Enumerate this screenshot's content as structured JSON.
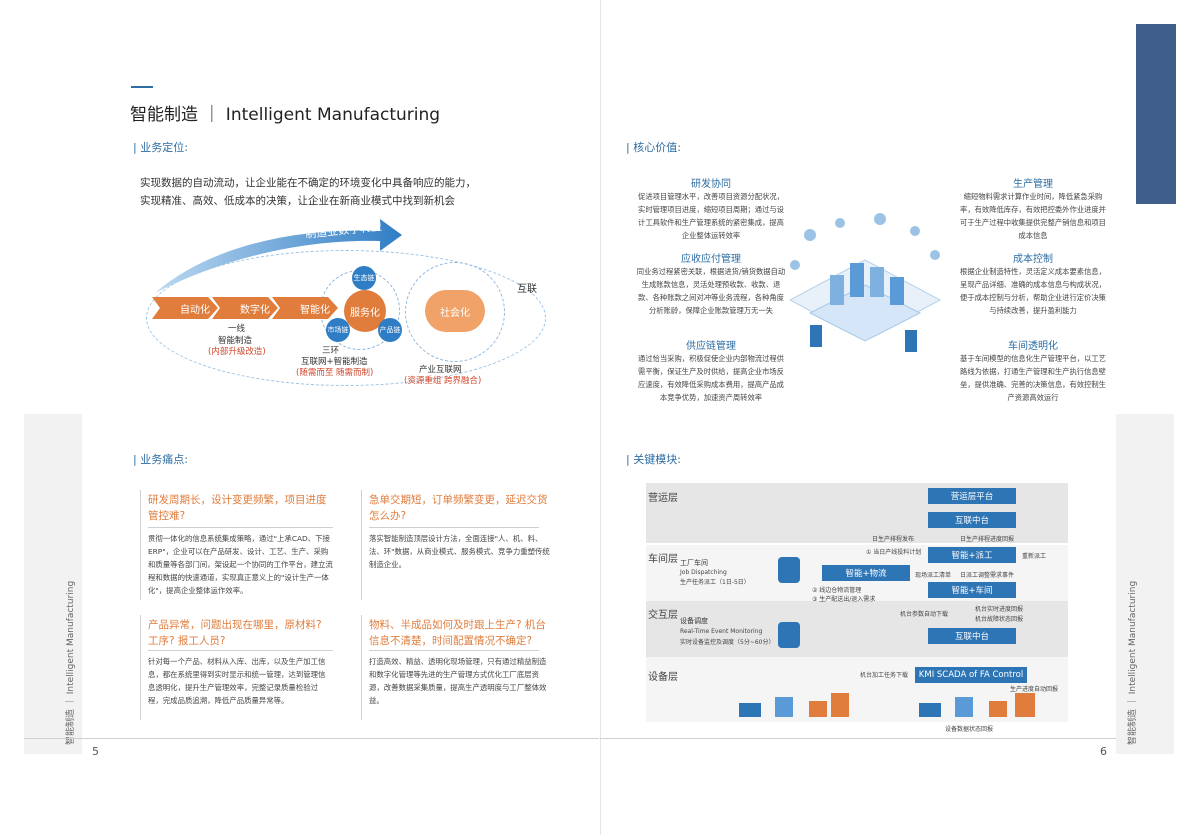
{
  "title": "智能制造 ｜ Intelligent Manufacturing",
  "sections": {
    "positioning": "| 业务定位:",
    "core_value": "| 核心价值:",
    "pain_points": "| 业务痛点:",
    "key_modules": "| 关键模块:"
  },
  "positioning_text": [
    "实现数据的自动流动，让企业能在不确定的环境变化中具备响应的能力，",
    "实现精准、高效、低成本的决策，让企业在新商业模式中找到新机会"
  ],
  "diagram": {
    "transform": "制造业数字转型",
    "automation": "自动化",
    "digitalization": "数字化",
    "intelligent": "智能化",
    "service": "服务化",
    "eco": "生态链",
    "market": "市场链",
    "product": "产品链",
    "social": "社会化",
    "interconnect": "互联",
    "line1": "一线",
    "line1_sub": "智能制造",
    "line1_note": "(内部升级改造)",
    "ring3": "三环",
    "ring3_sub": "互联网+智能制造",
    "ring3_note": "(随需而至 随需而制)",
    "industry": "产业互联网",
    "industry_note": "(资源重组 跨界融合)"
  },
  "core_values": [
    {
      "title": "研发协同",
      "text": "促进项目管理水平，改善项目资源分配状况，实时管理项目进度，缩短项目周期；通过与设计工具软件和生产管理系统的紧密集成，提高企业整体运转效率"
    },
    {
      "title": "应收应付管理",
      "text": "同业务过程紧密关联，根据进货/销货数据自动生成账款信息，灵活处理预收款、收款、退款、各种账款之间对冲等业务流程，各种角度分析账龄，保障企业账款管理万无一失"
    },
    {
      "title": "供应链管理",
      "text": "通过恰当采购，积极促使企业内部物流过程供需平衡，保证生产及时供给，提高企业市场反应速度，有效降低采购成本费用，提高产品成本竞争优势，加速资产周转效率"
    },
    {
      "title": "生产管理",
      "text": "缩短物料需求计算作业时间，降低紧急采购率，有效降低库存，有效把控委外作业进度并可于生产过程中收集提供完整产销信息和项目成本信息"
    },
    {
      "title": "成本控制",
      "text": "根据企业制造特性，灵活定义成本要素信息，呈现产品详细、准确的成本信息与构成状况，便于成本控制与分析，帮助企业进行定价决策与持续改善，提升盈利能力"
    },
    {
      "title": "车间透明化",
      "text": "基于车间模型的信息化生产管理平台，以工艺路线为依据，打通生产管理和生产执行信息壁垒，提供准确、完善的决策信息，有效控制生产资源高效运行"
    }
  ],
  "pain_points": [
    {
      "title": "研发周期长，设计变更频繁，项目进度管控难?",
      "text": "贯彻一体化的信息系统集成策略，通过\"上承CAD、下接ERP\"，企业可以在产品研发、设计、工艺、生产、采购和质量等各部门间，架设起一个协同的工作平台，建立流程和数据的快速通道，实现真正意义上的\"设计生产一体化\"，提高企业整体运作效率。"
    },
    {
      "title": "急单交期短，订单频繁变更，延迟交货怎么办?",
      "text": "落实智能制造顶层设计方法，全面连接\"人、机、料、法、环\"数据，从商业模式、服务模式、竞争力重塑传统制造企业。"
    },
    {
      "title": "产品异常，问题出现在哪里，原材料? 工序? 报工人员?",
      "text": "针对每一个产品、材料从入库、出库，以及生产加工信息，都在系统里得到实时显示和统一管理，达到管理信息透明化，提升生产管理效率，完整记录质量检验过程，完成品质追溯，降低产品质量异常等。"
    },
    {
      "title": "物料、半成品如何及时跟上生产? 机台信息不清楚，时间配置情况不确定?",
      "text": "打造高效、精益、透明化现场管理，只有通过精益制造和数字化管理等先进的生产管理方式优化工厂底层资源，改善数据采集质量，提高生产透明度与工厂整体效益。"
    }
  ],
  "modules": {
    "layer_ops": "营运层",
    "layer_shop": "车间层",
    "layer_inter": "交互层",
    "layer_device": "设备层",
    "ops_platform": "营运层平台",
    "hub_top": "互联中台",
    "dispatch": "智能+派工",
    "logistics": "智能+物流",
    "workshop": "智能+车间",
    "hub_mid": "互联中台",
    "scada": "KMI SCADA of FA Control",
    "shop_title": "工厂车间",
    "shop_en": "Job Dispatching",
    "shop_sub": "生产任务派工（1日-5日）",
    "event_title": "设备调度",
    "event_en": "Real-Time Event Monitoring",
    "event_sub": "实时设备监控及调度（5分~60分）",
    "n1": "日生产排程发布",
    "n2": "日生产排程进度回报",
    "n3": "① 当日产线投料计划",
    "n4": "重新派工",
    "n5": "现场派工清单",
    "n6": "日派工调整需求事件",
    "n7": "② 线边仓物流管理",
    "n8": "③ 生产配送出/退入需求",
    "n9": "机台参数自动下载",
    "n10": "机台实时进度回报",
    "n11": "机台故障状态回报",
    "n12": "机台加工任务下载",
    "n13": "生产进度自动回报",
    "n14": "设备数据状态回报"
  },
  "side_left": "智能制造 ｜ Intelligent Manufacturing",
  "side_right": "智能制造 ｜ Intelligent Manufacturing",
  "page_left": "5",
  "page_right": "6",
  "colors": {
    "accent": "#2d6da3",
    "orange": "#e07d3c",
    "red": "#d0482b",
    "corner": "#3f5f8a"
  }
}
